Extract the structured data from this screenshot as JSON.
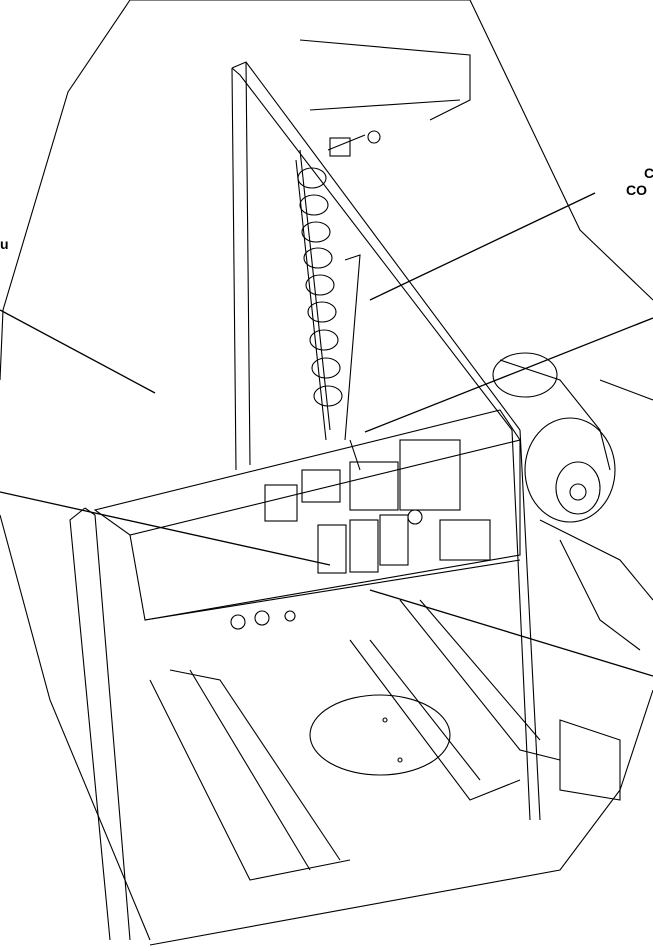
{
  "labels": {
    "left_top": "u",
    "right_top_line1": "C",
    "right_top_line2": "CO"
  },
  "colors": {
    "line": "#000000",
    "background": "#ffffff"
  }
}
